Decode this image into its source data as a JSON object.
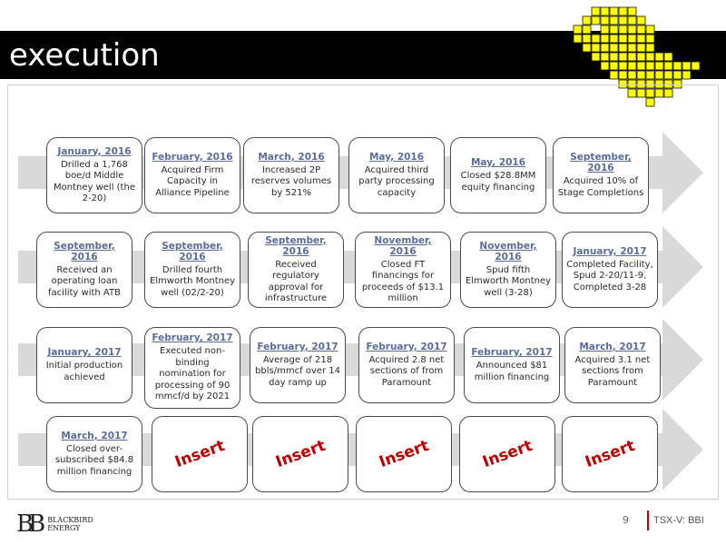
{
  "page": {
    "title": "execution",
    "page_number": "9",
    "ticker": "TSX-V: BBI"
  },
  "brand": {
    "name_line1": "BLACKBIRD",
    "name_line2": "ENERGY",
    "monogram": "BB"
  },
  "colors": {
    "date_text": "#5a6d9a",
    "insert_text": "#c00000",
    "arrow_fill": "#d9d9d9",
    "logo_yellow": "#ffff00"
  },
  "rows": [
    [
      {
        "date": "January, 2016",
        "desc": "Drilled a 1,768 boe/d Middle Montney well (the 2-20)"
      },
      {
        "date": "February, 2016",
        "desc": "Acquired Firm Capacity in Alliance Pipeline"
      },
      {
        "date": "March, 2016",
        "desc": "Increased 2P reserves volumes by 521%"
      },
      {
        "date": "May, 2016",
        "desc": "Acquired third party processing capacity"
      },
      {
        "date": "May, 2016",
        "desc": "Closed $28.8MM equity financing"
      },
      {
        "date": "September, 2016",
        "desc": "Acquired 10% of Stage Completions"
      }
    ],
    [
      {
        "date": "September, 2016",
        "desc": "Received an operating loan facility with ATB"
      },
      {
        "date": "September, 2016",
        "desc": "Drilled fourth Elmworth Montney well (02/2-20)"
      },
      {
        "date": "September, 2016",
        "desc": "Received regulatory approval for infrastructure"
      },
      {
        "date": "November, 2016",
        "desc": "Closed FT financings for proceeds of $13.1 million"
      },
      {
        "date": "November, 2016",
        "desc": "Spud fifth Elmworth Montney well (3-28)"
      },
      {
        "date": "January, 2017",
        "desc": "Completed Facility, Spud 2-20/11-9, Completed 3-28"
      }
    ],
    [
      {
        "date": "January, 2017",
        "desc": "Initial production achieved"
      },
      {
        "date": "February, 2017",
        "desc": "Executed non-binding nomination for processing of 90 mmcf/d by 2021"
      },
      {
        "date": "February, 2017",
        "desc": "Average of 218 bbls/mmcf over 14 day ramp up"
      },
      {
        "date": "February, 2017",
        "desc": "Acquired 2.8 net sections of from Paramount"
      },
      {
        "date": "February, 2017",
        "desc": "Announced $81 million financing"
      },
      {
        "date": "March, 2017",
        "desc": "Acquired 3.1 net sections from Paramount"
      }
    ],
    [
      {
        "date": "March, 2017",
        "desc": "Closed over-subscribed $84.8 million financing"
      },
      {
        "insert": "Insert"
      },
      {
        "insert": "Insert"
      },
      {
        "insert": "Insert"
      },
      {
        "insert": "Insert"
      },
      {
        "insert": "Insert"
      }
    ]
  ]
}
